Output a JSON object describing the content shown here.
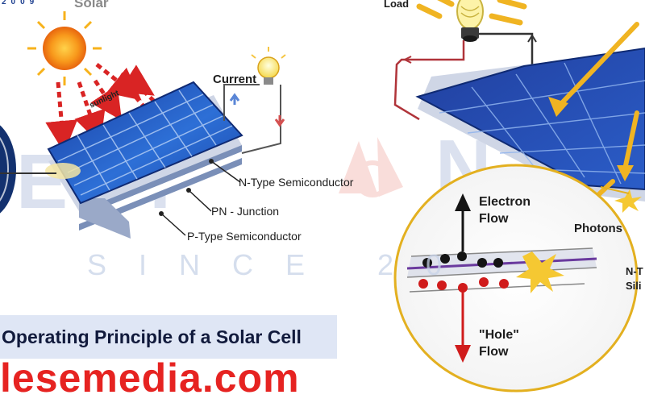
{
  "brand": {
    "year": "2009",
    "name": "Solar"
  },
  "left_diagram": {
    "sunlight": "sunlight",
    "current": "Current",
    "n_type": "N-Type Semiconductor",
    "pn_junction": "PN - Junction",
    "p_type": "P-Type Semiconductor"
  },
  "right_diagram": {
    "load": "Load",
    "electron_flow": [
      "Electron",
      "Flow"
    ],
    "photons": "Photons",
    "hole_flow": [
      "\"Hole\"",
      "Flow"
    ],
    "n_type_partial": [
      "N-T",
      "Sili"
    ]
  },
  "background_text": "SINCE 20",
  "title": "Operating Principle of a Solar Cell",
  "watermark": "lesemedia.com",
  "colors": {
    "panel_blue": "#1f4fb5",
    "sun": "#f7a21b",
    "arrow_red": "#d92424",
    "arrow_yellow": "#f0b422",
    "wire_red": "#b0343a",
    "title_bg": "#dfe6f5",
    "watermark_red": "#e62321"
  }
}
